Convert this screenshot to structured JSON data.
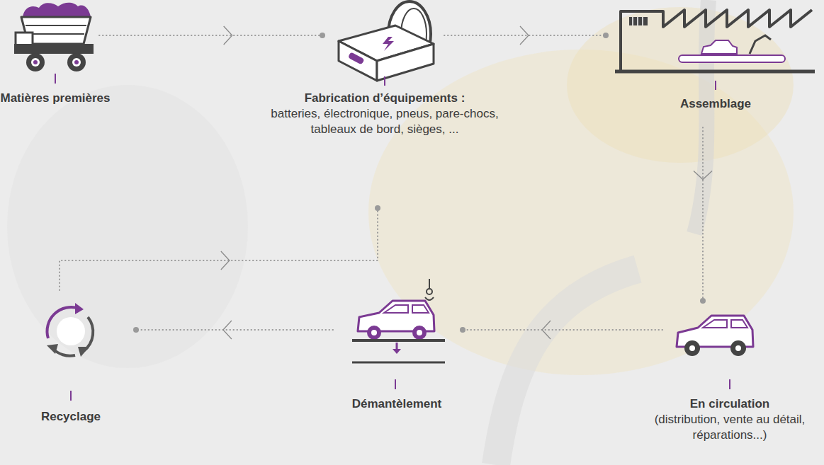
{
  "diagram": {
    "nodes": [
      {
        "text": [
          "Matières premières"
        ]
      },
      {
        "text": [
          "Fabrication d’équipements :",
          "batteries, électronique, pneus, pare-chocs, tableaux de bord, sièges, ..."
        ]
      },
      {
        "text": [
          "Assemblage"
        ]
      },
      {
        "text": [
          "En circulation",
          "(distribution, vente au détail, réparations...)"
        ]
      },
      {
        "text": [
          "Démantèlement"
        ]
      },
      {
        "text": [
          "Recyclage"
        ]
      }
    ],
    "edges": [
      {
        "from": 0,
        "to": 1,
        "arrow": "to"
      },
      {
        "from": 1,
        "to": 2,
        "arrow": "to"
      },
      {
        "from": 2,
        "to": 3,
        "arrow": "to"
      },
      {
        "from": 3,
        "to": 4,
        "arrow": "to"
      },
      {
        "from": 4,
        "to": 5,
        "arrow": "to"
      },
      {
        "from": 5,
        "to": 1,
        "arrow": "to"
      }
    ]
  }
}
